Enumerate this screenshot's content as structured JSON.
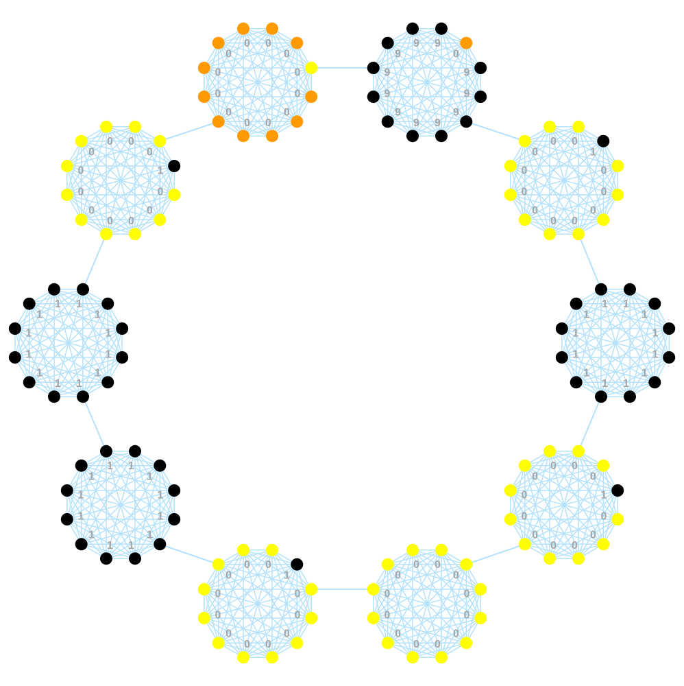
{
  "palette": {
    "edge": "#b5e2fb",
    "label": "#a6a6a6",
    "black": "#000000",
    "yellow": "#ffff00",
    "orange": "#ff9a00"
  },
  "diagram": {
    "type": "ring-of-cliques",
    "nodes_per_cluster": 12,
    "clusters": [
      {
        "name": "top-left",
        "colors": [
          "orange",
          "orange",
          "orange",
          "yellow",
          "orange",
          "orange",
          "orange",
          "orange",
          "orange",
          "orange",
          "orange",
          "orange"
        ],
        "labels": [
          "0",
          "0",
          "0",
          "0",
          "0",
          "0",
          "0",
          "0",
          "0",
          "0",
          "0",
          "0"
        ]
      },
      {
        "name": "top-right",
        "colors": [
          "black",
          "black",
          "orange",
          "black",
          "black",
          "black",
          "black",
          "black",
          "black",
          "black",
          "black",
          "black"
        ],
        "labels": [
          "9",
          "9",
          "0",
          "9",
          "9",
          "9",
          "9",
          "9",
          "9",
          "9",
          "9",
          "9"
        ]
      },
      {
        "name": "right-upper",
        "colors": [
          "yellow",
          "yellow",
          "black",
          "yellow",
          "yellow",
          "yellow",
          "yellow",
          "yellow",
          "yellow",
          "yellow",
          "yellow",
          "yellow"
        ],
        "labels": [
          "0",
          "0",
          "1",
          "0",
          "0",
          "0",
          "0",
          "0",
          "0",
          "0",
          "0",
          "0"
        ]
      },
      {
        "name": "right",
        "colors": [
          "black",
          "black",
          "black",
          "black",
          "black",
          "black",
          "black",
          "black",
          "black",
          "black",
          "black",
          "black"
        ],
        "labels": [
          "1",
          "1",
          "1",
          "1",
          "1",
          "1",
          "1",
          "1",
          "1",
          "1",
          "1",
          "1"
        ]
      },
      {
        "name": "right-lower",
        "colors": [
          "yellow",
          "yellow",
          "yellow",
          "black",
          "yellow",
          "yellow",
          "yellow",
          "yellow",
          "yellow",
          "yellow",
          "yellow",
          "yellow"
        ],
        "labels": [
          "0",
          "0",
          "0",
          "1",
          "0",
          "0",
          "0",
          "0",
          "0",
          "0",
          "0",
          "0"
        ]
      },
      {
        "name": "bottom-right",
        "colors": [
          "yellow",
          "yellow",
          "yellow",
          "yellow",
          "yellow",
          "yellow",
          "yellow",
          "yellow",
          "yellow",
          "yellow",
          "yellow",
          "yellow"
        ],
        "labels": [
          "0",
          "0",
          "0",
          "0",
          "0",
          "0",
          "0",
          "0",
          "0",
          "0",
          "0",
          "0"
        ]
      },
      {
        "name": "bottom-left",
        "colors": [
          "yellow",
          "yellow",
          "black",
          "yellow",
          "yellow",
          "yellow",
          "yellow",
          "yellow",
          "yellow",
          "yellow",
          "yellow",
          "yellow"
        ],
        "labels": [
          "0",
          "0",
          "1",
          "0",
          "0",
          "0",
          "0",
          "0",
          "0",
          "0",
          "0",
          "0"
        ]
      },
      {
        "name": "left-lower",
        "colors": [
          "black",
          "black",
          "black",
          "black",
          "black",
          "black",
          "black",
          "black",
          "black",
          "black",
          "black",
          "black"
        ],
        "labels": [
          "1",
          "1",
          "1",
          "1",
          "1",
          "1",
          "1",
          "1",
          "1",
          "1",
          "1",
          "1"
        ]
      },
      {
        "name": "left",
        "colors": [
          "black",
          "black",
          "black",
          "black",
          "black",
          "black",
          "black",
          "black",
          "black",
          "black",
          "black",
          "black"
        ],
        "labels": [
          "1",
          "1",
          "1",
          "1",
          "1",
          "1",
          "1",
          "1",
          "1",
          "1",
          "1",
          "1"
        ]
      },
      {
        "name": "left-upper",
        "colors": [
          "yellow",
          "yellow",
          "yellow",
          "black",
          "yellow",
          "yellow",
          "yellow",
          "yellow",
          "yellow",
          "yellow",
          "yellow",
          "yellow"
        ],
        "labels": [
          "0",
          "0",
          "0",
          "1",
          "0",
          "0",
          "0",
          "0",
          "0",
          "0",
          "0",
          "0"
        ]
      }
    ],
    "links": [
      {
        "from": 0,
        "to": 1
      },
      {
        "from": 1,
        "to": 2
      },
      {
        "from": 2,
        "to": 3
      },
      {
        "from": 3,
        "to": 4
      },
      {
        "from": 4,
        "to": 5
      },
      {
        "from": 5,
        "to": 6
      },
      {
        "from": 6,
        "to": 7
      },
      {
        "from": 7,
        "to": 8
      },
      {
        "from": 8,
        "to": 9
      },
      {
        "from": 9,
        "to": 0
      }
    ]
  }
}
